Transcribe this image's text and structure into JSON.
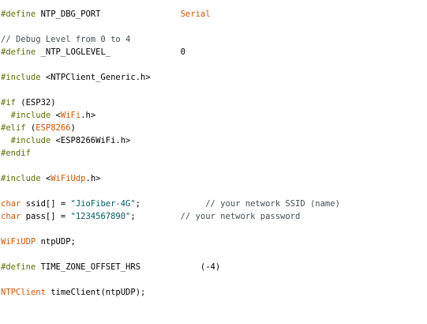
{
  "colors": {
    "preprocessor": "#5e6d03",
    "object": "#d35400",
    "string": "#005c5f",
    "comment": "#434f54",
    "text": "#000000"
  },
  "code": {
    "l1_kw": "#define",
    "l1_name": " NTP_DBG_PORT",
    "l1_pad": "                ",
    "l1_val": "Serial",
    "l2_comment": "// Debug Level from 0 to 4",
    "l3_kw": "#define",
    "l3_name": " _NTP_LOGLEVEL_",
    "l3_pad": "              ",
    "l3_val": "0",
    "l4_kw": "#include",
    "l4_rest": " <NTPClient_Generic.h>",
    "l5_kw": "#if",
    "l5_rest": " (ESP32)",
    "l6_indent": "  ",
    "l6_kw": "#include",
    "l6_open": " <",
    "l6_obj": "WiFi",
    "l6_close": ".h>",
    "l7_kw": "#elif",
    "l7_open": " (",
    "l7_obj": "ESP8266",
    "l7_close": ")",
    "l8_indent": "  ",
    "l8_kw": "#include",
    "l8_rest": " <ESP8266WiFi.h>",
    "l9_kw": "#endif",
    "l10_kw": "#include",
    "l10_open": " <",
    "l10_obj": "WiFiUdp",
    "l10_close": ".h>",
    "l11_type": "char",
    "l11_decl": " ssid[] = ",
    "l11_str": "\"JioFiber-4G\"",
    "l11_semi": ";",
    "l11_pad": "             ",
    "l11_comment": "// your network SSID (name)",
    "l12_type": "char",
    "l12_decl": " pass[] = ",
    "l12_str": "\"1234567890\"",
    "l12_semi": ";",
    "l12_pad": "         ",
    "l12_comment": "// your network password",
    "l13_type": "WiFiUDP",
    "l13_rest": " ntpUDP;",
    "l14_kw": "#define",
    "l14_name": " TIME_ZONE_OFFSET_HRS",
    "l14_pad": "            ",
    "l14_val": "(-4)",
    "l15_type": "NTPClient",
    "l15_rest": " timeClient(ntpUDP);"
  }
}
